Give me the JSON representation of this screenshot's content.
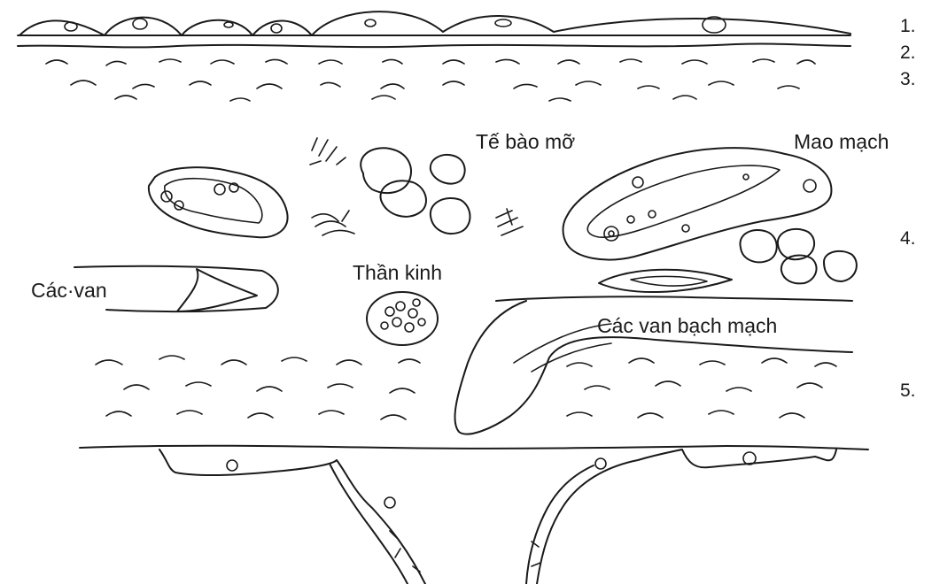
{
  "diagram": {
    "labels": {
      "fat_cells": "Tế bào mỡ",
      "capillary": "Mao mạch",
      "valves": "Các·van",
      "nerve": "Thần kinh",
      "lymph_valves": "Các van bạch mạch"
    },
    "layer_numbers": [
      "1.",
      "2.",
      "3.",
      "4.",
      "5."
    ]
  }
}
